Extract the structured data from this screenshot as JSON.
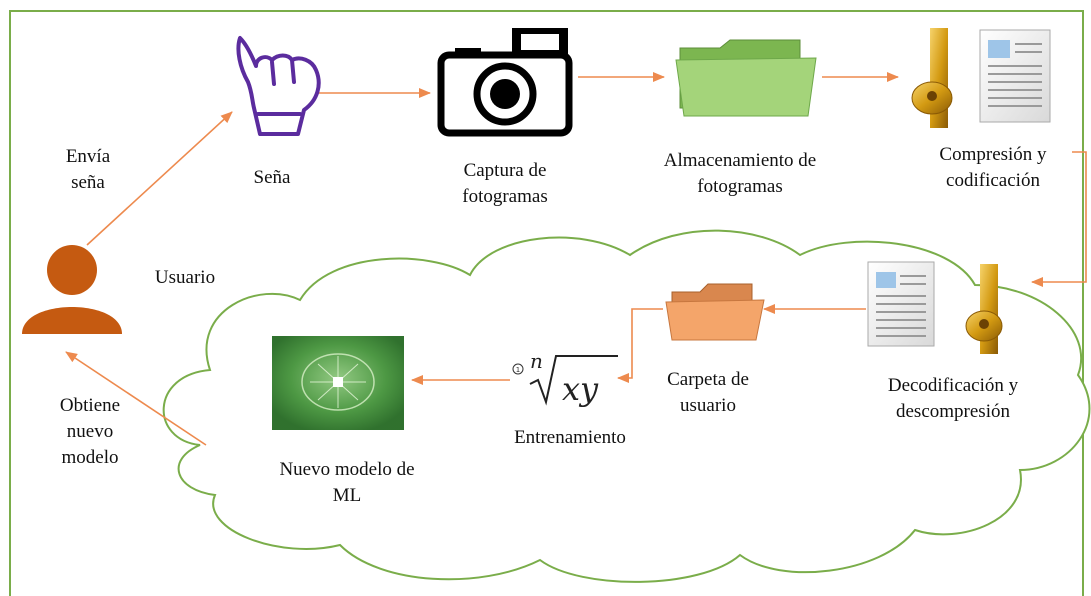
{
  "labels": {
    "envia": [
      "Envía",
      "seña"
    ],
    "sena": "Seña",
    "captura": [
      "Captura de",
      "fotogramas"
    ],
    "almacenamiento": [
      "Almacenamiento de",
      "fotogramas"
    ],
    "compresion": [
      "Compresión y",
      "codificación"
    ],
    "usuario": "Usuario",
    "decodificacion": [
      "Decodificación y",
      "descompresión"
    ],
    "carpeta": [
      "Carpeta de",
      "usuario"
    ],
    "entrenamiento": "Entrenamiento",
    "nuevo_modelo": [
      "Nuevo modelo de",
      "ML"
    ],
    "obtiene": [
      "Obtiene",
      "nuevo",
      "modelo"
    ]
  },
  "formula": {
    "index": "n",
    "radicand": "xy"
  },
  "colors": {
    "border": "#7aad4a",
    "arrow": "#ed8a4e",
    "cloud": "#7aad4a",
    "user": "#c55a11",
    "hand": "#5b2c9e",
    "folder_green": "#a4d47a",
    "folder_orange": "#f4a56a",
    "zipper": "#d9a31a",
    "brain_bg": "#3f8a3a"
  }
}
